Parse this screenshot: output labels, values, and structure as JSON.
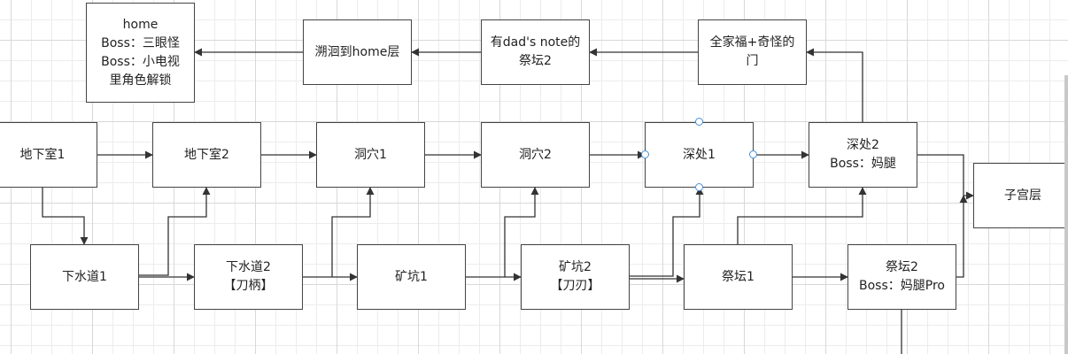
{
  "diagram": {
    "accent_selection": "#4a90d9",
    "line_color": "#333333",
    "nodes": {
      "home": {
        "lines": [
          "home",
          "Boss：三眼怪",
          "Boss：小电视",
          "里角色解锁"
        ]
      },
      "trace_home": {
        "lines": [
          "溯洄到home层"
        ]
      },
      "dad_note": {
        "lines": [
          "有dad's note的",
          "祭坛2"
        ]
      },
      "family_photo": {
        "lines": [
          "全家福+奇怪的",
          "门"
        ]
      },
      "basement1": {
        "lines": [
          "地下室1"
        ]
      },
      "basement2": {
        "lines": [
          "地下室2"
        ]
      },
      "cave1": {
        "lines": [
          "洞穴1"
        ]
      },
      "cave2": {
        "lines": [
          "洞穴2"
        ]
      },
      "depths1": {
        "lines": [
          "深处1"
        ],
        "selected": true
      },
      "depths2": {
        "lines": [
          "深处2",
          "Boss：妈腿"
        ]
      },
      "womb": {
        "lines": [
          "子宫层"
        ]
      },
      "sewer1": {
        "lines": [
          "下水道1"
        ]
      },
      "sewer2": {
        "lines": [
          "下水道2",
          "【刀柄】"
        ]
      },
      "mines1": {
        "lines": [
          "矿坑1"
        ]
      },
      "mines2": {
        "lines": [
          "矿坑2",
          "【刀刃】"
        ]
      },
      "altar1": {
        "lines": [
          "祭坛1"
        ]
      },
      "altar2": {
        "lines": [
          "祭坛2",
          "Boss：妈腿Pro"
        ]
      }
    },
    "edges": [
      {
        "from": "trace_home",
        "to": "home"
      },
      {
        "from": "dad_note",
        "to": "trace_home"
      },
      {
        "from": "family_photo",
        "to": "dad_note"
      },
      {
        "from": "depths2",
        "to": "family_photo"
      },
      {
        "from": "basement1",
        "to": "basement2"
      },
      {
        "from": "basement2",
        "to": "cave1"
      },
      {
        "from": "cave1",
        "to": "cave2"
      },
      {
        "from": "cave2",
        "to": "depths1"
      },
      {
        "from": "depths1",
        "to": "depths2"
      },
      {
        "from": "depths2",
        "to": "womb"
      },
      {
        "from": "altar2",
        "to": "womb"
      },
      {
        "from": "basement1",
        "to": "sewer1"
      },
      {
        "from": "sewer1",
        "to": "sewer2"
      },
      {
        "from": "sewer1",
        "to": "basement2"
      },
      {
        "from": "sewer2",
        "to": "mines1"
      },
      {
        "from": "sewer2",
        "to": "cave1"
      },
      {
        "from": "mines1",
        "to": "mines2"
      },
      {
        "from": "mines1",
        "to": "cave2"
      },
      {
        "from": "mines2",
        "to": "altar1"
      },
      {
        "from": "mines2",
        "to": "depths1"
      },
      {
        "from": "altar1",
        "to": "altar2"
      },
      {
        "from": "altar1",
        "to": "depths2"
      }
    ]
  }
}
